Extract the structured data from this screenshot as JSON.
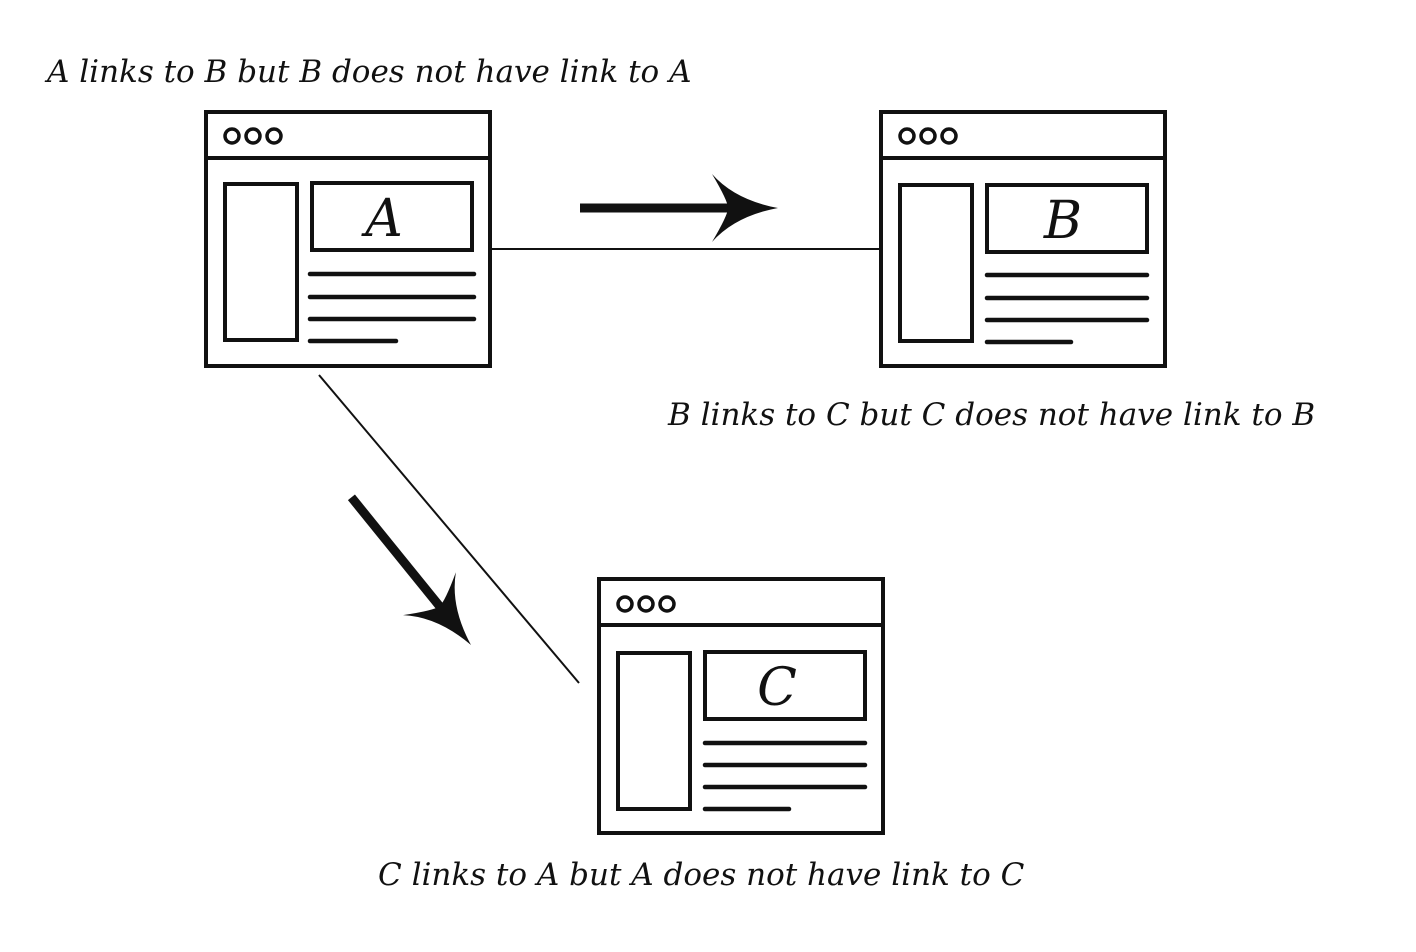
{
  "colors": {
    "ink": "#111111",
    "background": "#ffffff"
  },
  "captions": {
    "a": "A links to B but B does not have link to A",
    "b": "B links to C but C does not have link to B",
    "c": "C links to A but A does not have link to C"
  },
  "windows": {
    "a": {
      "label": "A"
    },
    "b": {
      "label": "B"
    },
    "c": {
      "label": "C"
    }
  },
  "icons": {
    "window": "browser-window-icon",
    "arrow": "arrow-icon"
  }
}
